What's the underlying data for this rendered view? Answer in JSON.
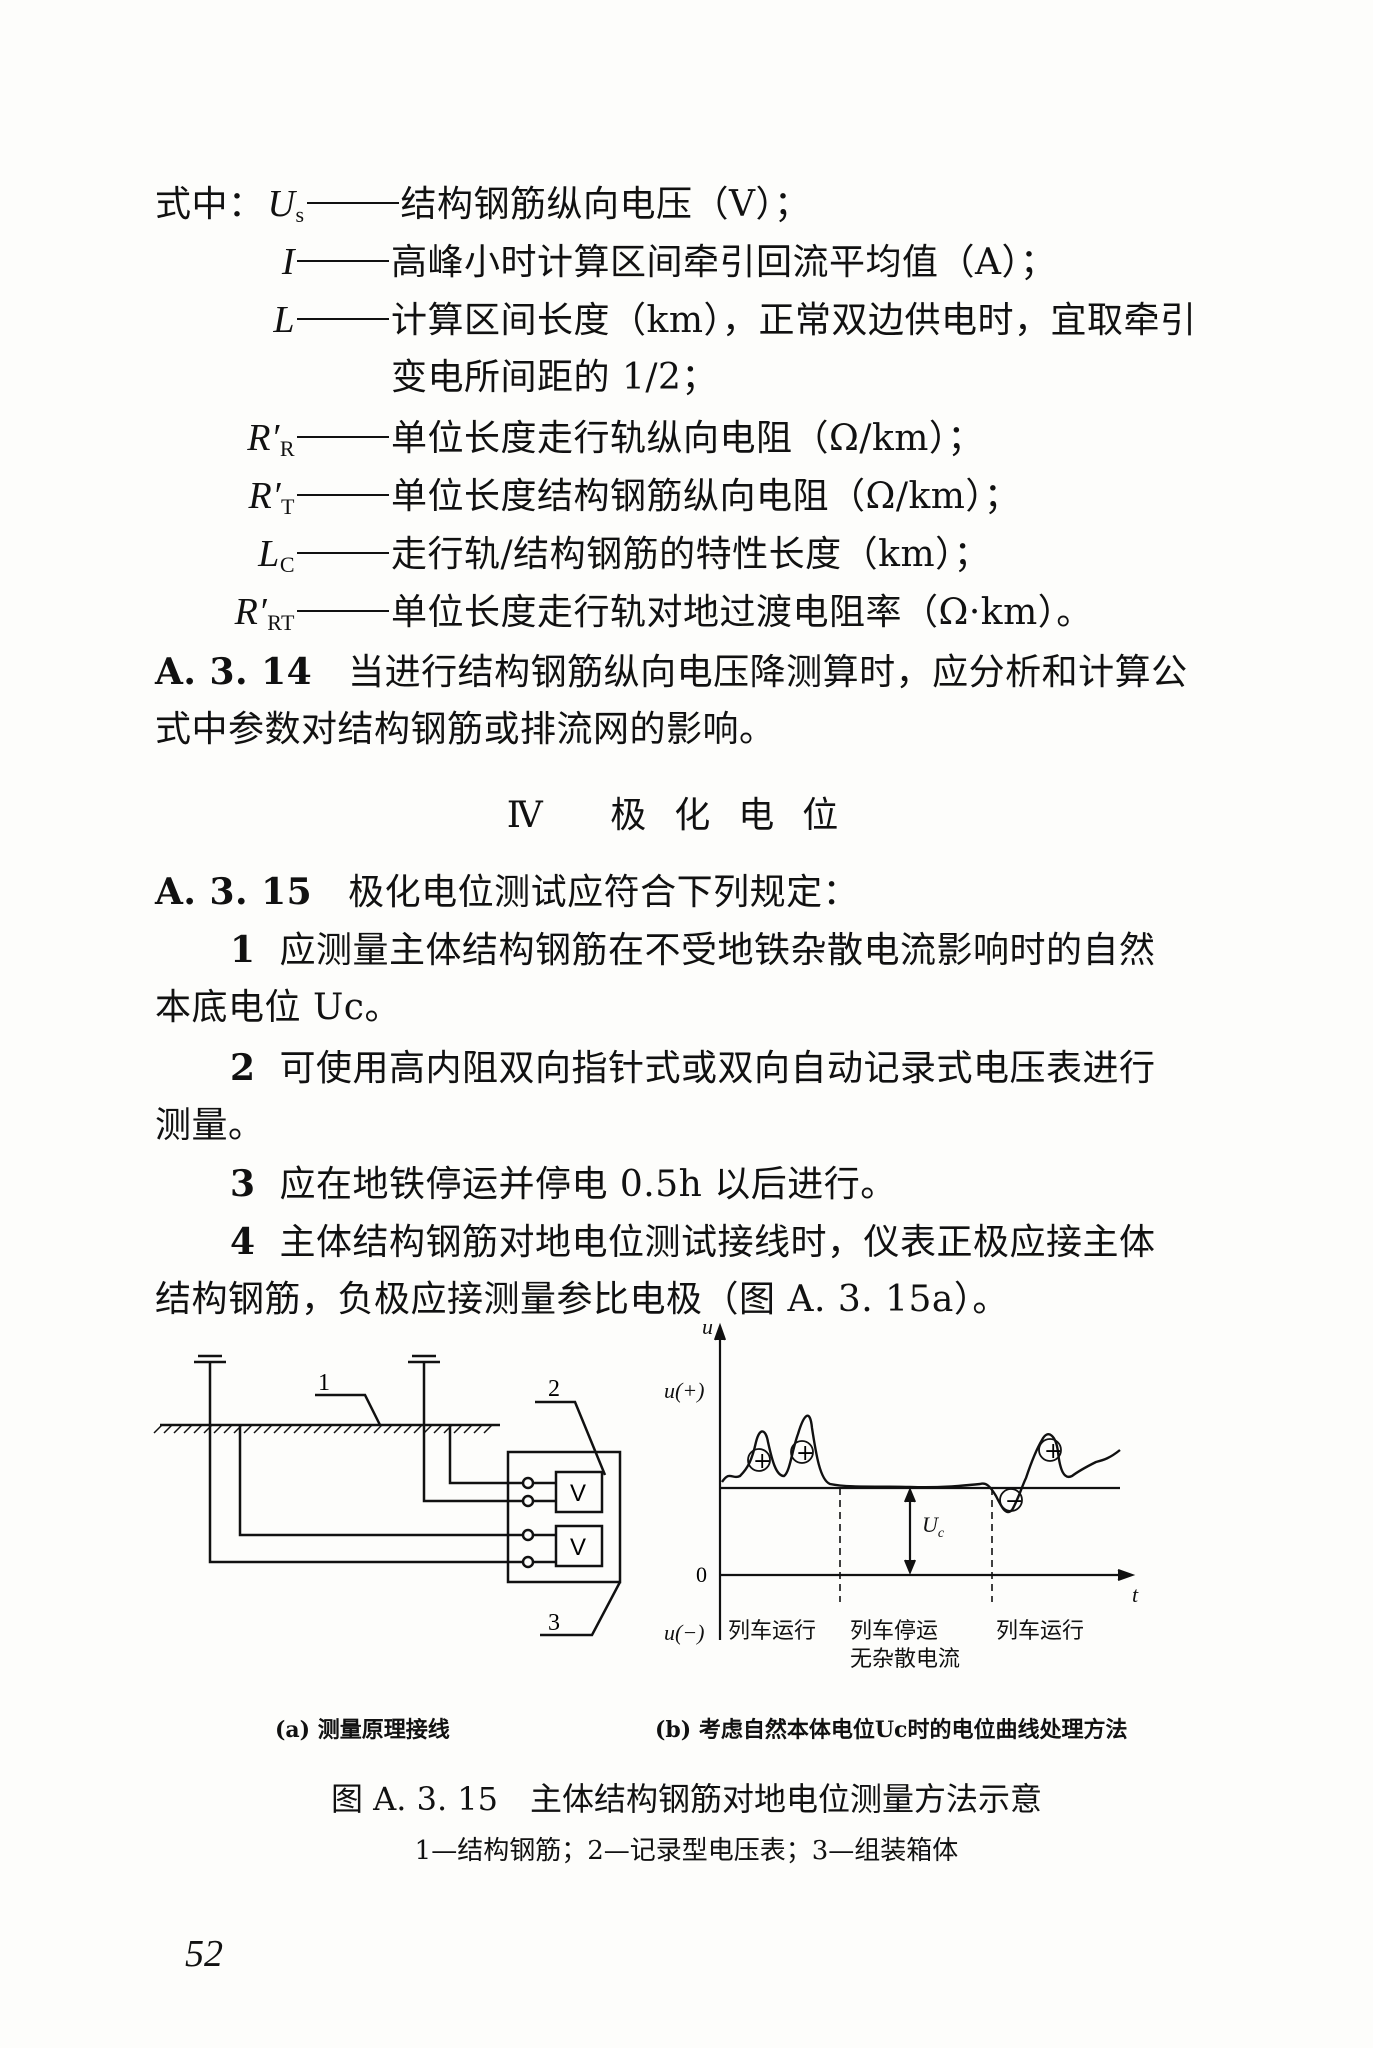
{
  "symbols": {
    "intro": "式中：",
    "items": [
      {
        "sym": "U",
        "sub": "s",
        "prime": "",
        "desc": "结构钢筋纵向电压（V）；"
      },
      {
        "sym": "I",
        "sub": "",
        "prime": "",
        "desc": "高峰小时计算区间牵引回流平均值（A）；"
      },
      {
        "sym": "L",
        "sub": "",
        "prime": "",
        "desc": "计算区间长度（km），正常双边供电时，宜取牵引"
      },
      {
        "sym": "R",
        "sub": "R",
        "prime": "′",
        "desc": "单位长度走行轨纵向电阻（Ω/km）；"
      },
      {
        "sym": "R",
        "sub": "T",
        "prime": "′",
        "desc": "单位长度结构钢筋纵向电阻（Ω/km）；"
      },
      {
        "sym": "L",
        "sub": "C",
        "prime": "",
        "desc": "走行轨/结构钢筋的特性长度（km）；"
      },
      {
        "sym": "R",
        "sub": "RT",
        "prime": "′",
        "desc": "单位长度走行轨对地过渡电阻率（Ω·km）。"
      }
    ],
    "continuation": "变电所间距的 1/2；"
  },
  "a3_14": {
    "num": "A. 3. 14",
    "line1": "当进行结构钢筋纵向电压降测算时，应分析和计算公",
    "line2": "式中参数对结构钢筋或排流网的影响。"
  },
  "section_title": "Ⅳ 极化电位",
  "a3_15": {
    "num": "A. 3. 15",
    "text": "极化电位测试应符合下列规定：",
    "items": [
      {
        "n": "1",
        "line1": "应测量主体结构钢筋在不受地铁杂散电流影响时的自然",
        "line2": "本底电位 Uc。"
      },
      {
        "n": "2",
        "line1": "可使用高内阻双向指针式或双向自动记录式电压表进行",
        "line2": "测量。"
      },
      {
        "n": "3",
        "line1": "应在地铁停运并停电 0.5h 以后进行。",
        "line2": ""
      },
      {
        "n": "4",
        "line1": "主体结构钢筋对地电位测试接线时，仪表正极应接主体",
        "line2": "结构钢筋，负极应接测量参比电极（图 A. 3. 15a）。"
      }
    ]
  },
  "figure": {
    "left": {
      "label1": "1",
      "label2": "2",
      "label3": "3",
      "meter": "V",
      "caption": "(a) 测量原理接线"
    },
    "right": {
      "u_axis": "u",
      "u_pos": "u(+)",
      "u_neg": "u(−)",
      "zero": "0",
      "t_axis": "t",
      "uc_label": "U",
      "uc_sub": "c",
      "seg1": "列车运行",
      "seg2": "列车停运",
      "seg3": "列车运行",
      "note": "无杂散电流",
      "plus": "+",
      "minus": "−",
      "caption": "(b) 考虑自然本体电位Uc时的电位曲线处理方法"
    },
    "title": "图 A. 3. 15　主体结构钢筋对地电位测量方法示意",
    "legend": "1—结构钢筋；2—记录型电压表；3—组装箱体"
  },
  "page_number": "52"
}
